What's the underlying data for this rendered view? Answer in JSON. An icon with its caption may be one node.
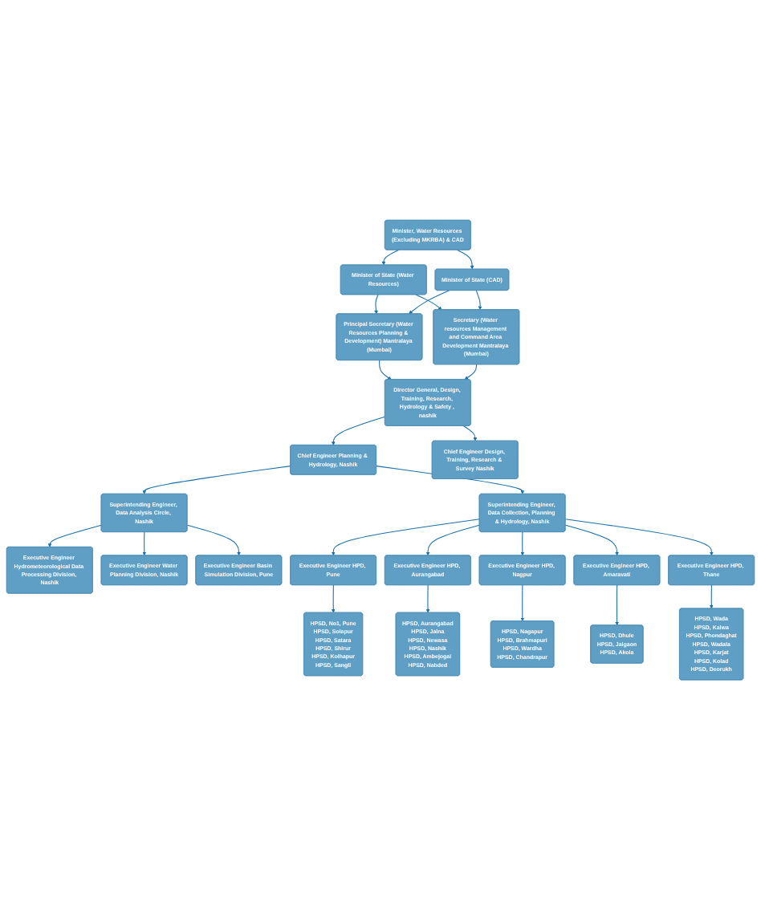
{
  "diagram": {
    "nodes": [
      {
        "text": [
          "Minister, Water Resources (Excluding MKRBA) & CAD"
        ]
      },
      {
        "text": [
          "Minister of State (Water Resources)"
        ]
      },
      {
        "text": [
          "Minister of State (CAD)"
        ]
      },
      {
        "text": [
          "Principal Secretary (Water Resources Planning & Development) Mantralaya (Mumbai)"
        ]
      },
      {
        "text": [
          "Secretary (Water resources Management and Command Area Development Mantralaya (Mumbai)"
        ]
      },
      {
        "text": [
          "Director General, Design, Training, Research, Hydrology & Safety , nashik"
        ]
      },
      {
        "text": [
          "Chief Engineer Planning & Hydrology, Nashik"
        ]
      },
      {
        "text": [
          "Chief Engineer Design, Training, Research & Survey Nashik"
        ]
      },
      {
        "text": [
          "Superintending Engineer, Data Collection, Planning & Hydrology, Nashik"
        ]
      },
      {
        "text": [
          "Superintending Engineer, Data Analysis Circle, Nashik"
        ]
      },
      {
        "text": [
          "Executive Engineer Hydrometeorological Data Processing Division, Nashik"
        ]
      },
      {
        "text": [
          "Executive Engineer Water Planning Division, Nashik"
        ]
      },
      {
        "text": [
          "Executive Engineer Basin Simulation Division, Pune"
        ]
      },
      {
        "text": [
          "Executive Engineer HPD, Pune"
        ]
      },
      {
        "text": [
          "Executive Engineer HPD, Aurangabad"
        ]
      },
      {
        "text": [
          "Executive Engineer HPD, Nagpur"
        ]
      },
      {
        "text": [
          "Executive Engineer HPD, Amaravati"
        ]
      },
      {
        "text": [
          "Executive Engineer HPD, Thane"
        ]
      },
      {
        "text": [
          "HPSD, No1, Pune",
          "HPSD, Solapur",
          "HPSD, Satara",
          "HPSD, Shirur",
          "HPSD, Kolhapur",
          "HPSD, Sangli"
        ]
      },
      {
        "text": [
          "HPSD, Aurangabad",
          "HPSD, Jalna",
          "HPSD, Newasa",
          "HPSD, Nashik",
          "HPSD, Ambejogai",
          "HPSD, Nabded"
        ]
      },
      {
        "text": [
          "HPSD, Nagapur",
          "HPSD, Brahmapuri",
          "HPSD, Wardha",
          "HPSD, Chandrapur"
        ]
      },
      {
        "text": [
          "HPSD, Dhule",
          "HPSD, Jalgaon",
          "HPSD, Akola"
        ]
      },
      {
        "text": [
          "HPSD, Wada",
          "HPSD, Kalwa",
          "HPSD, Phondaghat",
          "HPSD, Wadala",
          "HPSD, Karjat",
          "HPSD, Kolad",
          "HPSD, Deorukh"
        ]
      }
    ],
    "edges": [
      {
        "from": 0,
        "to": 1,
        "arrow": "to"
      },
      {
        "from": 0,
        "to": 2,
        "arrow": "to"
      },
      {
        "from": 1,
        "to": 3,
        "arrow": "to"
      },
      {
        "from": 1,
        "to": 4,
        "arrow": "to"
      },
      {
        "from": 2,
        "to": 3,
        "arrow": "to"
      },
      {
        "from": 2,
        "to": 4,
        "arrow": "to"
      },
      {
        "from": 3,
        "to": 5,
        "arrow": "to"
      },
      {
        "from": 4,
        "to": 5,
        "arrow": "to"
      },
      {
        "from": 5,
        "to": 6,
        "arrow": "to"
      },
      {
        "from": 5,
        "to": 7,
        "arrow": "to"
      },
      {
        "from": 6,
        "to": 8,
        "arrow": "to"
      },
      {
        "from": 6,
        "to": 9,
        "arrow": "to"
      },
      {
        "from": 9,
        "to": 10,
        "arrow": "to"
      },
      {
        "from": 9,
        "to": 11,
        "arrow": "to"
      },
      {
        "from": 9,
        "to": 12,
        "arrow": "to"
      },
      {
        "from": 8,
        "to": 13,
        "arrow": "to"
      },
      {
        "from": 8,
        "to": 14,
        "arrow": "to"
      },
      {
        "from": 8,
        "to": 15,
        "arrow": "to"
      },
      {
        "from": 8,
        "to": 16,
        "arrow": "to"
      },
      {
        "from": 8,
        "to": 17,
        "arrow": "to"
      },
      {
        "from": 13,
        "to": 18,
        "arrow": "to"
      },
      {
        "from": 14,
        "to": 19,
        "arrow": "to"
      },
      {
        "from": 15,
        "to": 20,
        "arrow": "to"
      },
      {
        "from": 16,
        "to": 21,
        "arrow": "to"
      },
      {
        "from": 17,
        "to": 22,
        "arrow": "to"
      }
    ]
  }
}
